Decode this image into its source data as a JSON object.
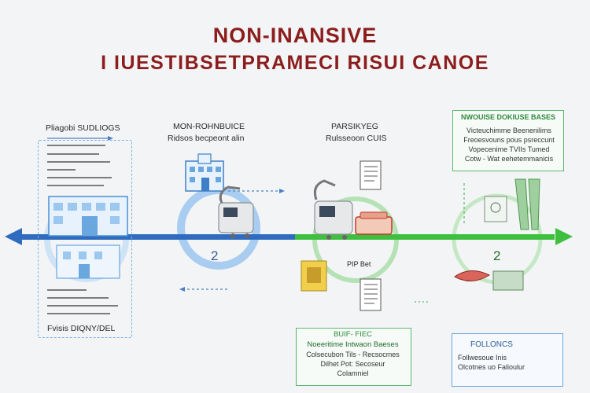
{
  "title": {
    "line1": "NON-INANSIVE",
    "line2": "I IUESTIBSETPRAMECI RISUI CANOE"
  },
  "left": {
    "heading": "Pliagobi SUDLIOGS",
    "footer": "Fvisis DIQNY/DEL"
  },
  "stage1": {
    "heading": "MON-ROHNBUICE",
    "subheading": "Ridsos becpeont alin",
    "number": "2"
  },
  "stage2": {
    "heading": "PARSIKYEG",
    "subheading": "Rulsseoon CUIS",
    "label": "PIP Bet"
  },
  "stage3": {
    "box_title": "NWOUISE DOKIUSE BASES",
    "box_lines": [
      "Victeuchimme Beenenilims",
      "Freoesvouns pous psreccunt",
      "Vopecenime TVIIs Tumed",
      "Cotw - Wat eehetemmanicis"
    ],
    "number": "2"
  },
  "bottom_green": {
    "title": "BUIF- FIEC",
    "lines": [
      "Noeeritime Intwaon Baeses",
      "Colsecubon Tils - Recsocmes",
      "Dilhet Pot: Secoseur",
      "Colamniel"
    ]
  },
  "bottom_blue": {
    "title": "FOLLONCS",
    "lines": [
      "Follwesoue Inis",
      "Olcotnes uo Falioulur"
    ]
  },
  "colors": {
    "title": "#8c1d1d",
    "blue": "#2f6cc0",
    "green": "#3fbf3f",
    "light_blue": "#9cc7ee",
    "light_green": "#a6dba6"
  }
}
